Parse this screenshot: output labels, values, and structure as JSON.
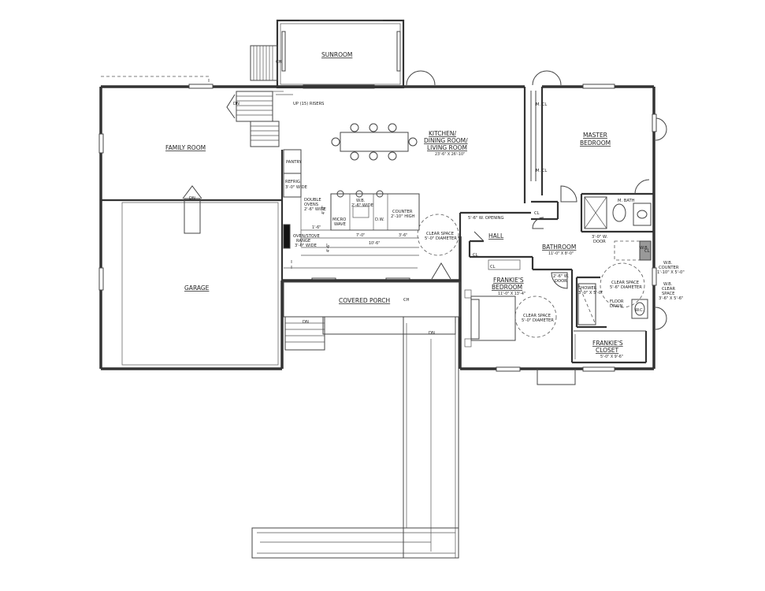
{
  "rooms": {
    "sunroom": "SUNROOM",
    "family_room": "FAMILY ROOM",
    "kitchen_l1": "KITCHEN/",
    "kitchen_l2": "DINING ROOM/",
    "kitchen_l3": "LIVING ROOM",
    "kitchen_dim": "23'-6\" X 26'-10\"",
    "master_l1": "MASTER",
    "master_l2": "BEDROOM",
    "master_bath": "M. BATH",
    "garage": "GARAGE",
    "covered_porch": "COVERED PORCH",
    "hall": "HALL",
    "bathroom": "BATHROOM",
    "bathroom_dim": "11'-0\" X 8'-0\"",
    "frankies_l1": "FRANKIE'S",
    "frankies_l2": "BEDROOM",
    "frankies_dim": "11'-0\" X 13'-4\"",
    "closet_l1": "FRANKIE'S",
    "closet_l2": "CLOSET",
    "closet_dim": "5'-0\" X 9'-6\""
  },
  "labels": {
    "up_risers": "UP (15) RISERS",
    "dn": "DN",
    "pantry": "PANTRY",
    "refrig_l1": "REFRIG.",
    "refrig_l2": "3'-0\" WIDE",
    "double_ovens_l1": "DOUBLE",
    "double_ovens_l2": "OVENS",
    "double_ovens_l3": "2'-6\" WIDE",
    "wb_l1": "W.B.",
    "wb_l2": "2'-6\" WIDE",
    "micro_l1": "MICRO",
    "micro_l2": "WAVE",
    "dw": "D.W.",
    "counter_l1": "COUNTER",
    "counter_l2": "2'-10\" HIGH",
    "oven_range_l1": "OVEN/STOVE",
    "oven_range_l2": "RANGE",
    "oven_range_l3": "3'-0\" WIDE",
    "dim_1_6": "1'-6\"",
    "dim_7_0": "7'-0\"",
    "dim_3_6": "3'-6\"",
    "dim_10_6": "10'-6\"",
    "dim_4_0": "4'-0\"",
    "dim_4_6": "4'-6\"",
    "opening": "5'-6\" W. OPENING",
    "clear_space_1_l1": "CLEAR SPACE",
    "clear_space_1_l2": "5'-0\" DIAMETER",
    "clear_space_2_l1": "CLEAR SPACE",
    "clear_space_2_l2": "5'-0\" DIAMETER",
    "clear_space_3_l1": "CLEAR SPACE",
    "clear_space_3_l2": "5'-6\" DIAMETER",
    "cl_1": "CL",
    "cl_2": "CL",
    "cl_3": "CL",
    "cl_4": "CL",
    "m_cl_1": "M. CL",
    "m_cl_2": "M. CL",
    "door_3_0": "3'-0\" W.",
    "door_3_0b": "DOOR",
    "door_2_6": "2'-6\" W.",
    "door_2_6b": "DOOR",
    "wb_counter_l1": "W.B.",
    "wb_counter_l2": "COUNTER",
    "wb_counter_l3": "1'-10\" X 5'-0\"",
    "wb_clear_l1": "W.B.",
    "wb_clear_l2": "CLEAR",
    "wb_clear_l3": "SPACE",
    "wb_clear_l4": "3'-6\" X 5'-6\"",
    "shower_l1": "SHOWER",
    "shower_l2": "3'-0\" X 5'-0\"",
    "floor_drain_l1": "FLOOR",
    "floor_drain_l2": "DRAIN",
    "wc": "W.C.",
    "wb_small": "W.B.",
    "ch": "CH"
  }
}
